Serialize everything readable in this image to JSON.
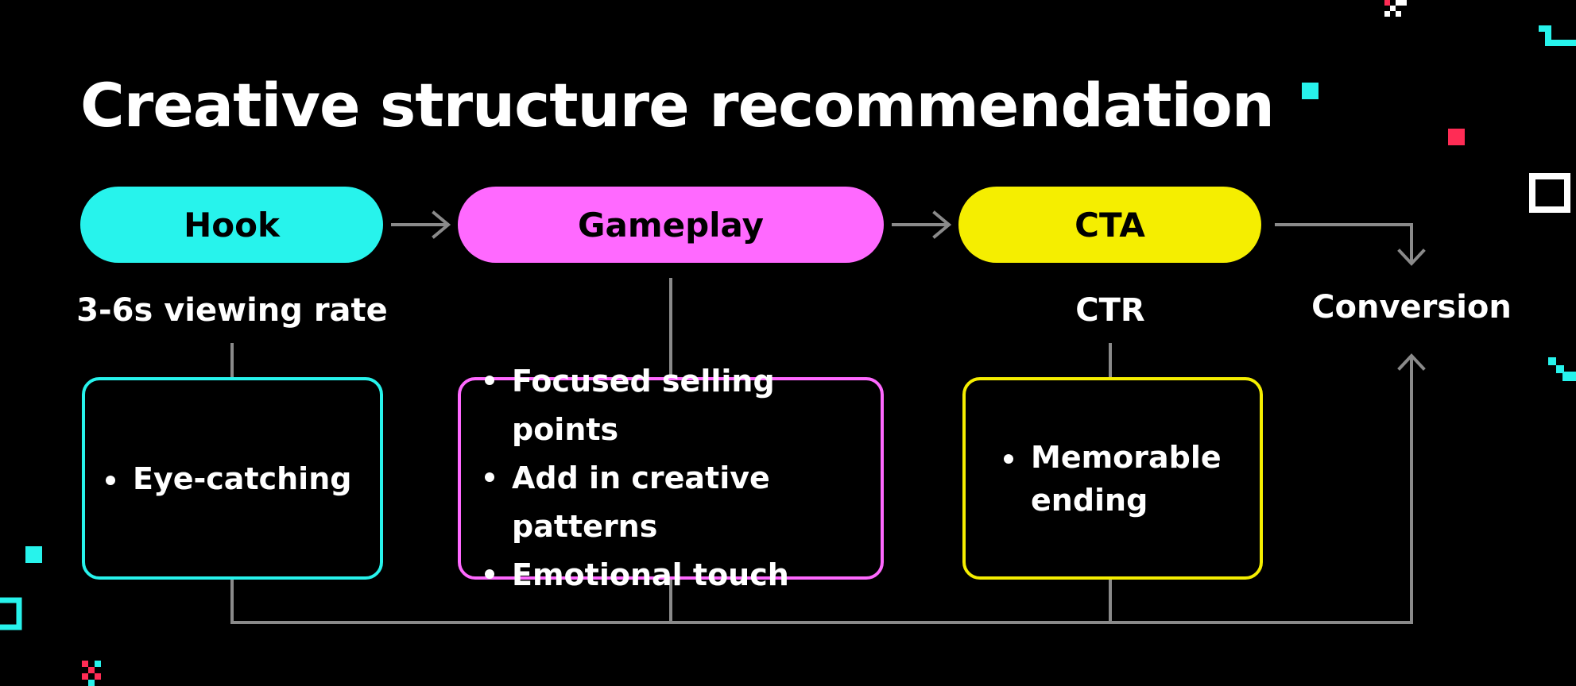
{
  "title": "Creative structure recommendation",
  "stages": [
    {
      "label": "Hook",
      "color": "#27f3ec",
      "metric": "3-6s viewing rate",
      "bullets": [
        "Eye-catching"
      ]
    },
    {
      "label": "Gameplay",
      "color": "#ff69ff",
      "metric": "",
      "bullets": [
        "Focused selling points",
        "Add in creative patterns",
        "Emotional touch"
      ]
    },
    {
      "label": "CTA",
      "color": "#f5ee00",
      "metric": "CTR",
      "bullets": [
        "Memorable ending"
      ]
    }
  ],
  "outcome": "Conversion",
  "colors": {
    "background": "#000000",
    "connector": "#8a8a8a",
    "accent_red": "#ff2c55",
    "accent_cyan": "#27f3ec"
  }
}
